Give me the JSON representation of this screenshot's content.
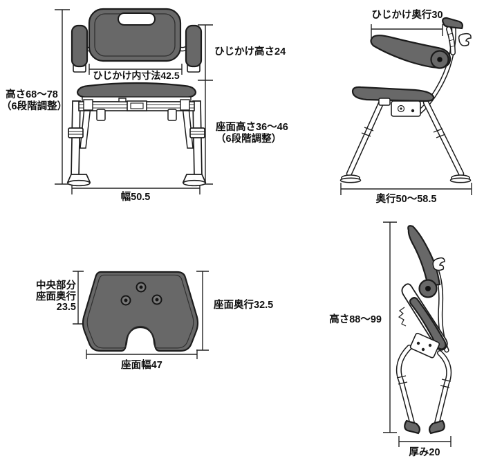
{
  "colors": {
    "background": "#ffffff",
    "outline": "#1c1c1c",
    "pad_gray": "#686868",
    "dimension_line": "#222222",
    "text": "#111111"
  },
  "views": {
    "front": {
      "height": "高さ68〜78",
      "height_note": "（6段階調整）",
      "armrest_inner_width": "ひじかけ内寸法42.5",
      "armrest_height": "ひじかけ高さ24",
      "seat_height": "座面高さ36〜46",
      "seat_height_note": "（6段階調整）",
      "width": "幅50.5"
    },
    "side": {
      "armrest_depth": "ひじかけ奥行30",
      "depth": "奥行50〜58.5"
    },
    "seat_top": {
      "center_depth_l1": "中央部分",
      "center_depth_l2": "座面奥行",
      "center_depth_l3": "23.5",
      "depth": "座面奥行32.5",
      "width": "座面幅47"
    },
    "folded": {
      "height": "高さ88〜99",
      "thickness": "厚み20"
    }
  }
}
